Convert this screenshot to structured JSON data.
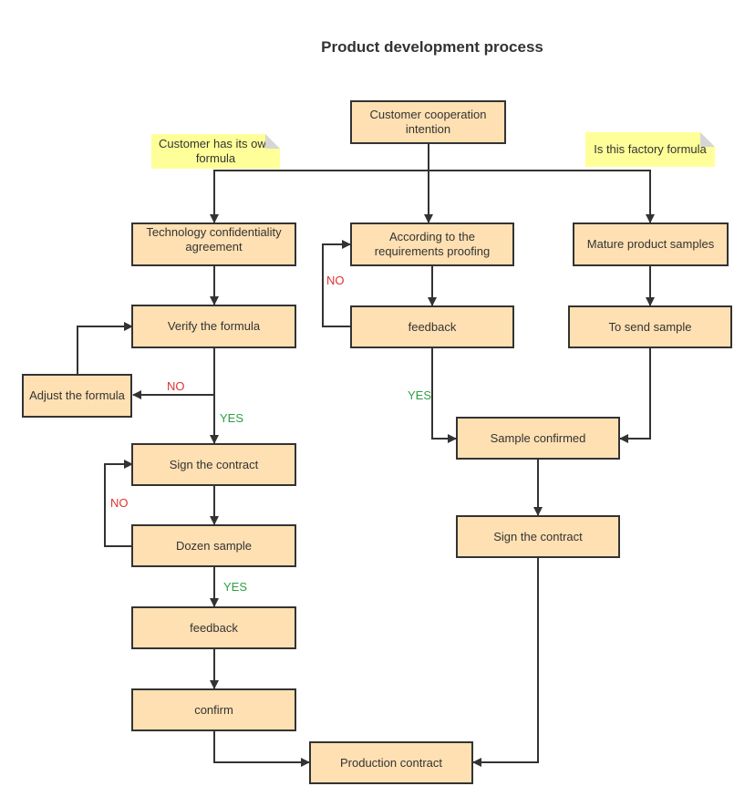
{
  "title": "Product development process",
  "colors": {
    "node_fill": "#ffe0b2",
    "note_fill": "#ffff99",
    "no": "#e03131",
    "yes": "#2f9e44",
    "stroke": "#333333"
  },
  "nodes": {
    "intention": "Customer cooperation intention",
    "tech_agreement": "Technology confidentiality agreement",
    "verify": "Verify the formula",
    "adjust": "Adjust the formula",
    "sign_left": "Sign the contract",
    "dozen": "Dozen sample",
    "feedback_left": "feedback",
    "confirm": "confirm",
    "production": "Production contract",
    "proofing": "According to the requirements proofing",
    "feedback_mid": "feedback",
    "mature": "Mature product samples",
    "send": "To send sample",
    "sample_confirmed": "Sample confirmed",
    "sign_right": "Sign the contract"
  },
  "notes": {
    "own_formula": "Customer has its own formula",
    "factory_formula": "Is this factory formula"
  },
  "labels": {
    "no_adjust": "NO",
    "yes_verify": "YES",
    "no_dozen": "NO",
    "yes_dozen": "YES",
    "no_proofing": "NO",
    "yes_feedback": "YES"
  }
}
